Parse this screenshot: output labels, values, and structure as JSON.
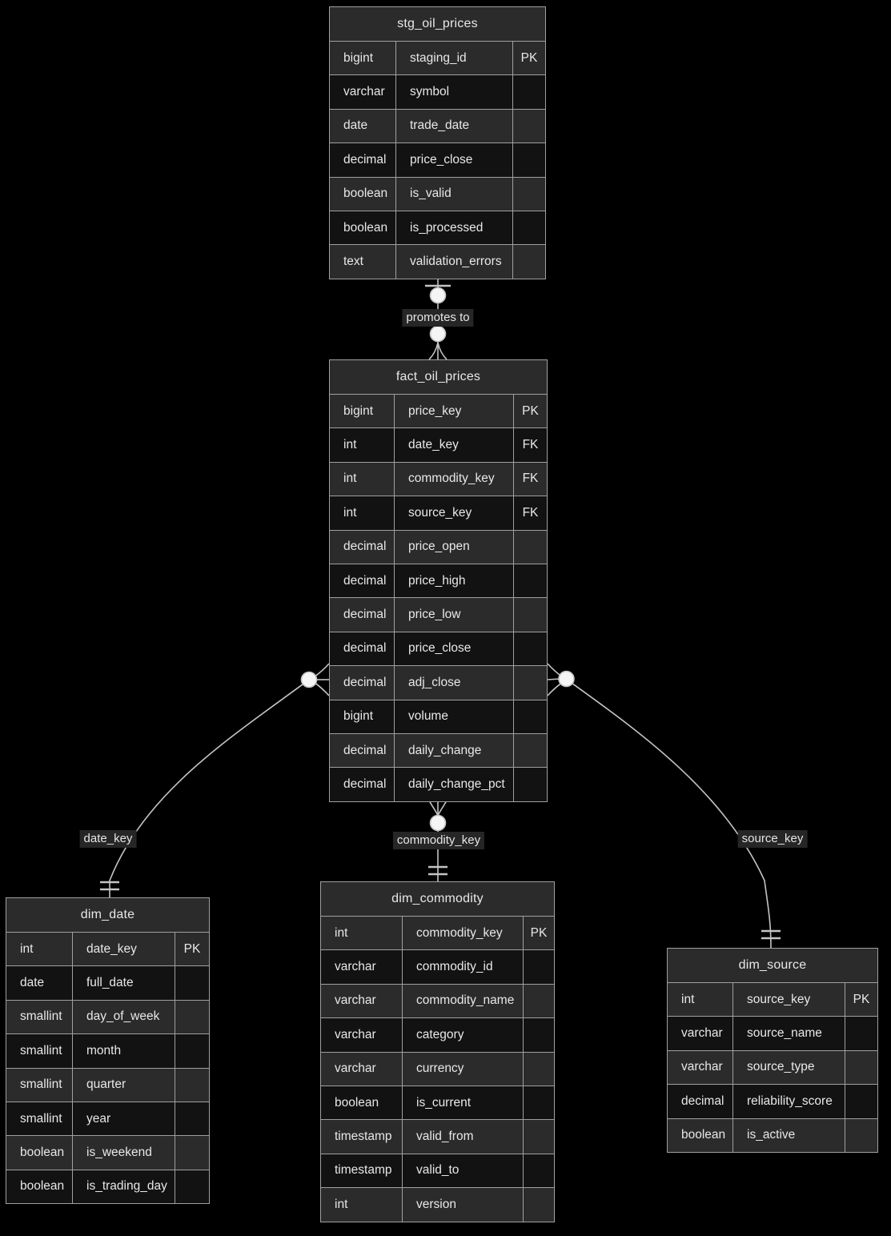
{
  "diagram": {
    "type": "entity-relationship",
    "tables": [
      {
        "title": "stg_oil_prices",
        "columns": [
          {
            "type": "bigint",
            "name": "staging_id",
            "key": "PK"
          },
          {
            "type": "varchar",
            "name": "symbol",
            "key": ""
          },
          {
            "type": "date",
            "name": "trade_date",
            "key": ""
          },
          {
            "type": "decimal",
            "name": "price_close",
            "key": ""
          },
          {
            "type": "boolean",
            "name": "is_valid",
            "key": ""
          },
          {
            "type": "boolean",
            "name": "is_processed",
            "key": ""
          },
          {
            "type": "text",
            "name": "validation_errors",
            "key": ""
          }
        ]
      },
      {
        "title": "fact_oil_prices",
        "columns": [
          {
            "type": "bigint",
            "name": "price_key",
            "key": "PK"
          },
          {
            "type": "int",
            "name": "date_key",
            "key": "FK"
          },
          {
            "type": "int",
            "name": "commodity_key",
            "key": "FK"
          },
          {
            "type": "int",
            "name": "source_key",
            "key": "FK"
          },
          {
            "type": "decimal",
            "name": "price_open",
            "key": ""
          },
          {
            "type": "decimal",
            "name": "price_high",
            "key": ""
          },
          {
            "type": "decimal",
            "name": "price_low",
            "key": ""
          },
          {
            "type": "decimal",
            "name": "price_close",
            "key": ""
          },
          {
            "type": "decimal",
            "name": "adj_close",
            "key": ""
          },
          {
            "type": "bigint",
            "name": "volume",
            "key": ""
          },
          {
            "type": "decimal",
            "name": "daily_change",
            "key": ""
          },
          {
            "type": "decimal",
            "name": "daily_change_pct",
            "key": ""
          }
        ]
      },
      {
        "title": "dim_date",
        "columns": [
          {
            "type": "int",
            "name": "date_key",
            "key": "PK"
          },
          {
            "type": "date",
            "name": "full_date",
            "key": ""
          },
          {
            "type": "smallint",
            "name": "day_of_week",
            "key": ""
          },
          {
            "type": "smallint",
            "name": "month",
            "key": ""
          },
          {
            "type": "smallint",
            "name": "quarter",
            "key": ""
          },
          {
            "type": "smallint",
            "name": "year",
            "key": ""
          },
          {
            "type": "boolean",
            "name": "is_weekend",
            "key": ""
          },
          {
            "type": "boolean",
            "name": "is_trading_day",
            "key": ""
          }
        ]
      },
      {
        "title": "dim_commodity",
        "columns": [
          {
            "type": "int",
            "name": "commodity_key",
            "key": "PK"
          },
          {
            "type": "varchar",
            "name": "commodity_id",
            "key": ""
          },
          {
            "type": "varchar",
            "name": "commodity_name",
            "key": ""
          },
          {
            "type": "varchar",
            "name": "category",
            "key": ""
          },
          {
            "type": "varchar",
            "name": "currency",
            "key": ""
          },
          {
            "type": "boolean",
            "name": "is_current",
            "key": ""
          },
          {
            "type": "timestamp",
            "name": "valid_from",
            "key": ""
          },
          {
            "type": "timestamp",
            "name": "valid_to",
            "key": ""
          },
          {
            "type": "int",
            "name": "version",
            "key": ""
          }
        ]
      },
      {
        "title": "dim_source",
        "columns": [
          {
            "type": "int",
            "name": "source_key",
            "key": "PK"
          },
          {
            "type": "varchar",
            "name": "source_name",
            "key": ""
          },
          {
            "type": "varchar",
            "name": "source_type",
            "key": ""
          },
          {
            "type": "decimal",
            "name": "reliability_score",
            "key": ""
          },
          {
            "type": "boolean",
            "name": "is_active",
            "key": ""
          }
        ]
      }
    ],
    "relationships": [
      {
        "from": "stg_oil_prices",
        "to": "fact_oil_prices",
        "label": "promotes to",
        "from_cardinality": "zero-or-one",
        "to_cardinality": "zero-or-many"
      },
      {
        "from": "fact_oil_prices",
        "to": "dim_date",
        "label": "date_key",
        "from_cardinality": "zero-or-many",
        "to_cardinality": "exactly-one"
      },
      {
        "from": "fact_oil_prices",
        "to": "dim_commodity",
        "label": "commodity_key",
        "from_cardinality": "zero-or-many",
        "to_cardinality": "exactly-one"
      },
      {
        "from": "fact_oil_prices",
        "to": "dim_source",
        "label": "source_key",
        "from_cardinality": "zero-or-many",
        "to_cardinality": "exactly-one"
      }
    ],
    "colors": {
      "background": "#000000",
      "header_bg": "#2b2b2b",
      "row_odd_bg": "#2b2b2b",
      "row_even_bg": "#121212",
      "border": "#a0a0a0",
      "text": "#e8e8e8",
      "edge_line": "#c4c4c4",
      "cardinality_circle_fill": "#f5f5f5",
      "edge_label_bg": "#262626"
    }
  }
}
